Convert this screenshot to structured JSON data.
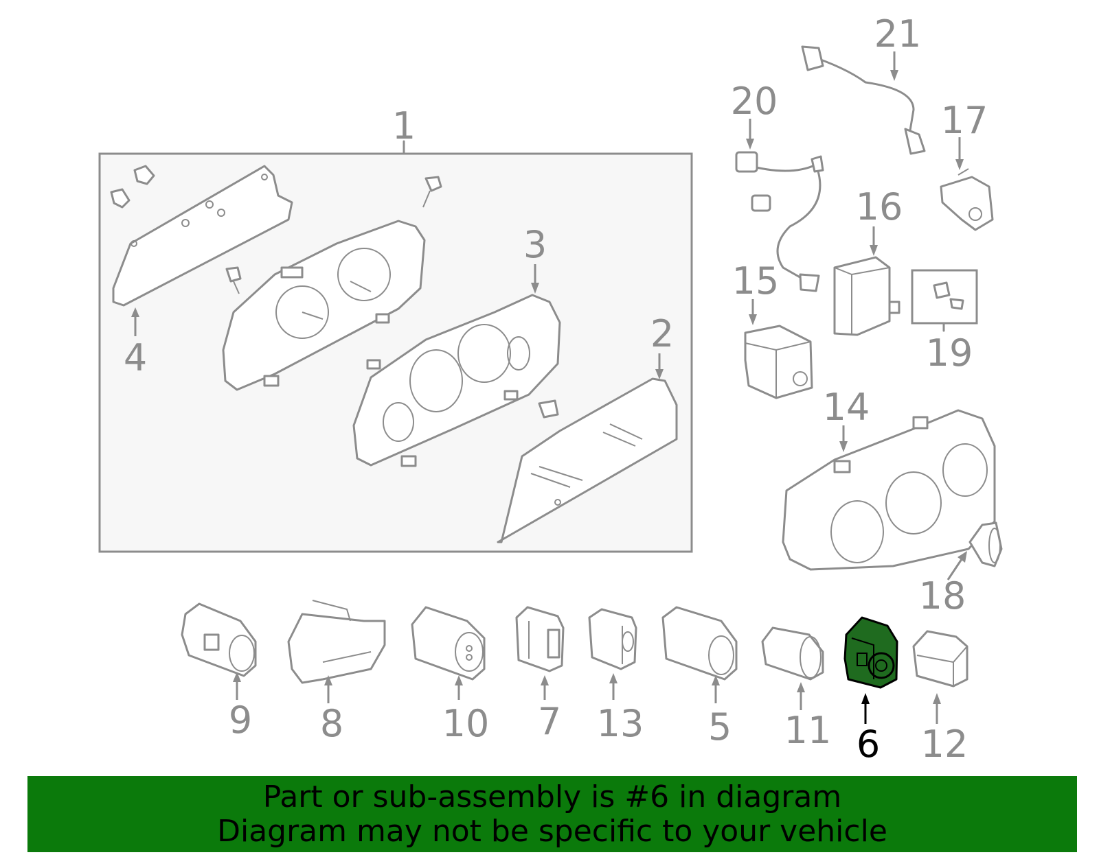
{
  "diagram": {
    "labels": {
      "p1": "1",
      "p2": "2",
      "p3": "3",
      "p4": "4",
      "p5": "5",
      "p6": "6",
      "p7": "7",
      "p8": "8",
      "p9": "9",
      "p10": "10",
      "p11": "11",
      "p12": "12",
      "p13": "13",
      "p14": "14",
      "p15": "15",
      "p16": "16",
      "p17": "17",
      "p18": "18",
      "p19": "19",
      "p20": "20",
      "p21": "21"
    },
    "selected_part": "6",
    "highlight_color": "#1f6b1f",
    "line_color": "#8c8c8c"
  },
  "banner": {
    "line1": "Part or sub-assembly is #6 in diagram",
    "line2": "Diagram may not be specific to your vehicle",
    "background_color": "#0b7a0b"
  }
}
